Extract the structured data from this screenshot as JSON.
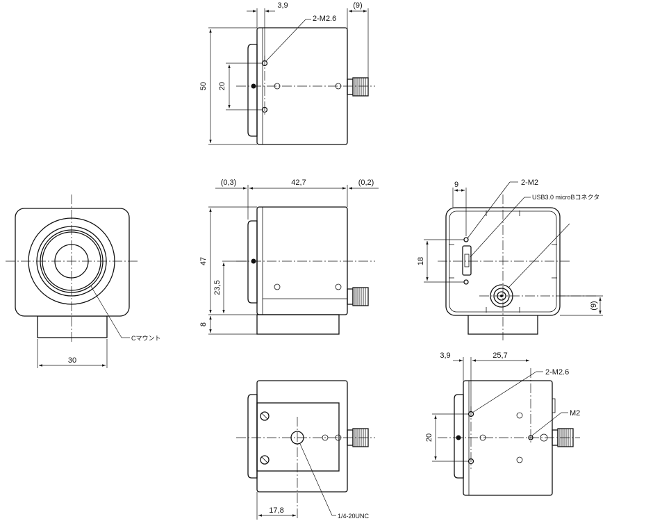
{
  "labels": {
    "top_hole_spacing": "3,9",
    "top_conn_offset": "(9)",
    "top_screw": "2-M2.6",
    "top_height": "50",
    "top_pitch": "20",
    "side_front_gap": "(0,3)",
    "side_length": "42,7",
    "side_rear_gap": "(0,2)",
    "side_height": "47",
    "side_center": "23,5",
    "side_base": "8",
    "front_width": "30",
    "front_mount": "Cマウント",
    "rear_offset": "9",
    "rear_screw": "2-M2",
    "rear_usb": "USB3.0 microBコネクタ",
    "rear_pitch": "18",
    "rear_conn_offset": "(9)",
    "bottom_offset": "17,8",
    "bottom_tripod": "1/4-20UNC",
    "right_hole_offset": "3,9",
    "right_spacing": "25,7",
    "right_screw": "2-M2.6",
    "right_screw2": "M2",
    "right_pitch": "20"
  }
}
